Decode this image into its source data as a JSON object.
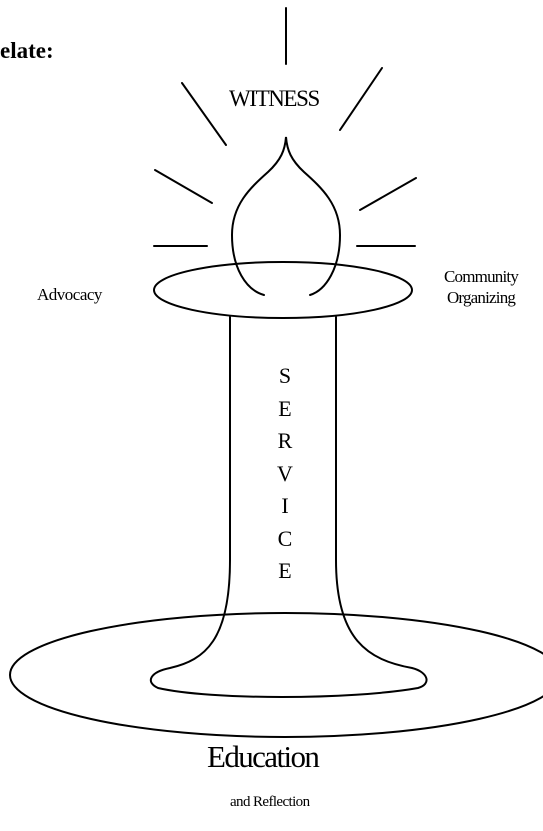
{
  "heading": "elate:",
  "diagram": {
    "top_label": "WITNESS",
    "left_label": "Advocacy",
    "right_label_line1": "Community",
    "right_label_line2": "Organizing",
    "stem_label_letters": [
      "S",
      "E",
      "R",
      "V",
      "I",
      "C",
      "E"
    ],
    "base_label": "Education",
    "base_sublabel": "and Reflection"
  }
}
